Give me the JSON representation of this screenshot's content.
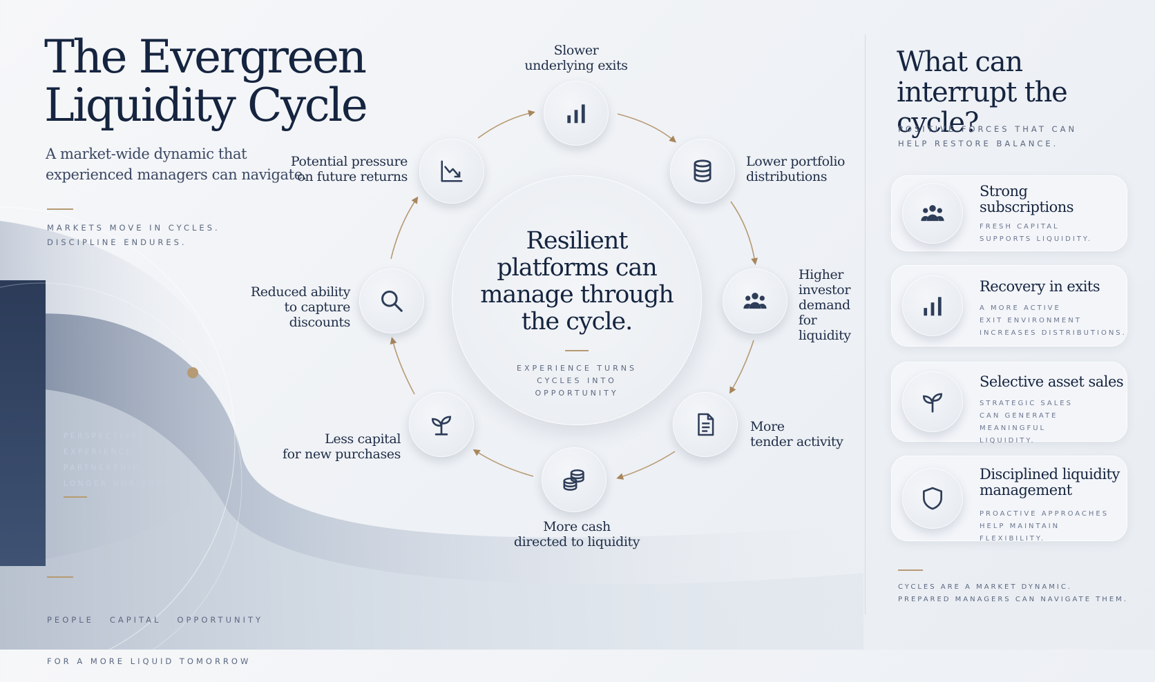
{
  "header": {
    "title_line1": "The Evergreen",
    "title_line2": "Liquidity Cycle",
    "subtitle_line1": "A market-wide dynamic that",
    "subtitle_line2": "experienced managers can navigate.",
    "tagline_line1": "MARKETS MOVE IN CYCLES.",
    "tagline_line2": "DISCIPLINE ENDURES."
  },
  "values_list": [
    "PERSPECTIVE",
    "EXPERIENCE",
    "PARTNERSHIP",
    "LONGER HORIZONS"
  ],
  "footer_left": {
    "line1": "PEOPLE   CAPITAL   OPPORTUNITY",
    "line2": "FOR A MORE LIQUID TOMORROW"
  },
  "cycle": {
    "center_line1": "Resilient",
    "center_line2": "platforms can",
    "center_line3": "manage through",
    "center_line4": "the cycle.",
    "center_caption_line1": "EXPERIENCE TURNS",
    "center_caption_line2": "CYCLES INTO",
    "center_caption_line3": "OPPORTUNITY",
    "nodes": [
      {
        "icon": "bar-chart-icon",
        "label_lines": [
          "Slower",
          "underlying exits"
        ]
      },
      {
        "icon": "coin-stack-icon",
        "label_lines": [
          "Lower portfolio",
          "distributions"
        ]
      },
      {
        "icon": "people-group-icon",
        "label_lines": [
          "Higher",
          "investor",
          "demand for",
          "liquidity"
        ]
      },
      {
        "icon": "document-icon",
        "label_lines": [
          "More",
          "tender activity"
        ]
      },
      {
        "icon": "coins-icon",
        "label_lines": [
          "More cash",
          "directed to liquidity"
        ]
      },
      {
        "icon": "sprout-icon",
        "label_lines": [
          "Less capital",
          "for new purchases"
        ]
      },
      {
        "icon": "search-icon",
        "label_lines": [
          "Reduced ability",
          "to capture",
          "discounts"
        ]
      },
      {
        "icon": "trend-down-icon",
        "label_lines": [
          "Potential pressure",
          "on future returns"
        ]
      }
    ]
  },
  "sidebar": {
    "title_line1": "What can",
    "title_line2": "interrupt the cycle?",
    "subtitle_line1": "POSITIVE FORCES THAT CAN",
    "subtitle_line2": "HELP RESTORE BALANCE.",
    "cards": [
      {
        "icon": "people-group-icon",
        "title_lines": [
          "Strong",
          "subscriptions"
        ],
        "desc_lines": [
          "FRESH CAPITAL",
          "SUPPORTS LIQUIDITY."
        ]
      },
      {
        "icon": "bar-chart-icon",
        "title_lines": [
          "Recovery in exits"
        ],
        "desc_lines": [
          "A MORE ACTIVE",
          "EXIT ENVIRONMENT",
          "INCREASES DISTRIBUTIONS."
        ]
      },
      {
        "icon": "sprout-icon",
        "title_lines": [
          "Selective asset sales"
        ],
        "desc_lines": [
          "STRATEGIC SALES",
          "CAN GENERATE MEANINGFUL",
          "LIQUIDITY."
        ]
      },
      {
        "icon": "shield-icon",
        "title_lines": [
          "Disciplined liquidity",
          "management"
        ],
        "desc_lines": [
          "PROACTIVE APPROACHES",
          "HELP MAINTAIN FLEXIBILITY."
        ]
      }
    ],
    "footer_line1": "CYCLES ARE A MARKET DYNAMIC.",
    "footer_line2": "PREPARED MANAGERS CAN NAVIGATE THEM."
  },
  "colors": {
    "navy": "#15243f",
    "gold": "#b69a73",
    "icon": "#2e3d58"
  }
}
